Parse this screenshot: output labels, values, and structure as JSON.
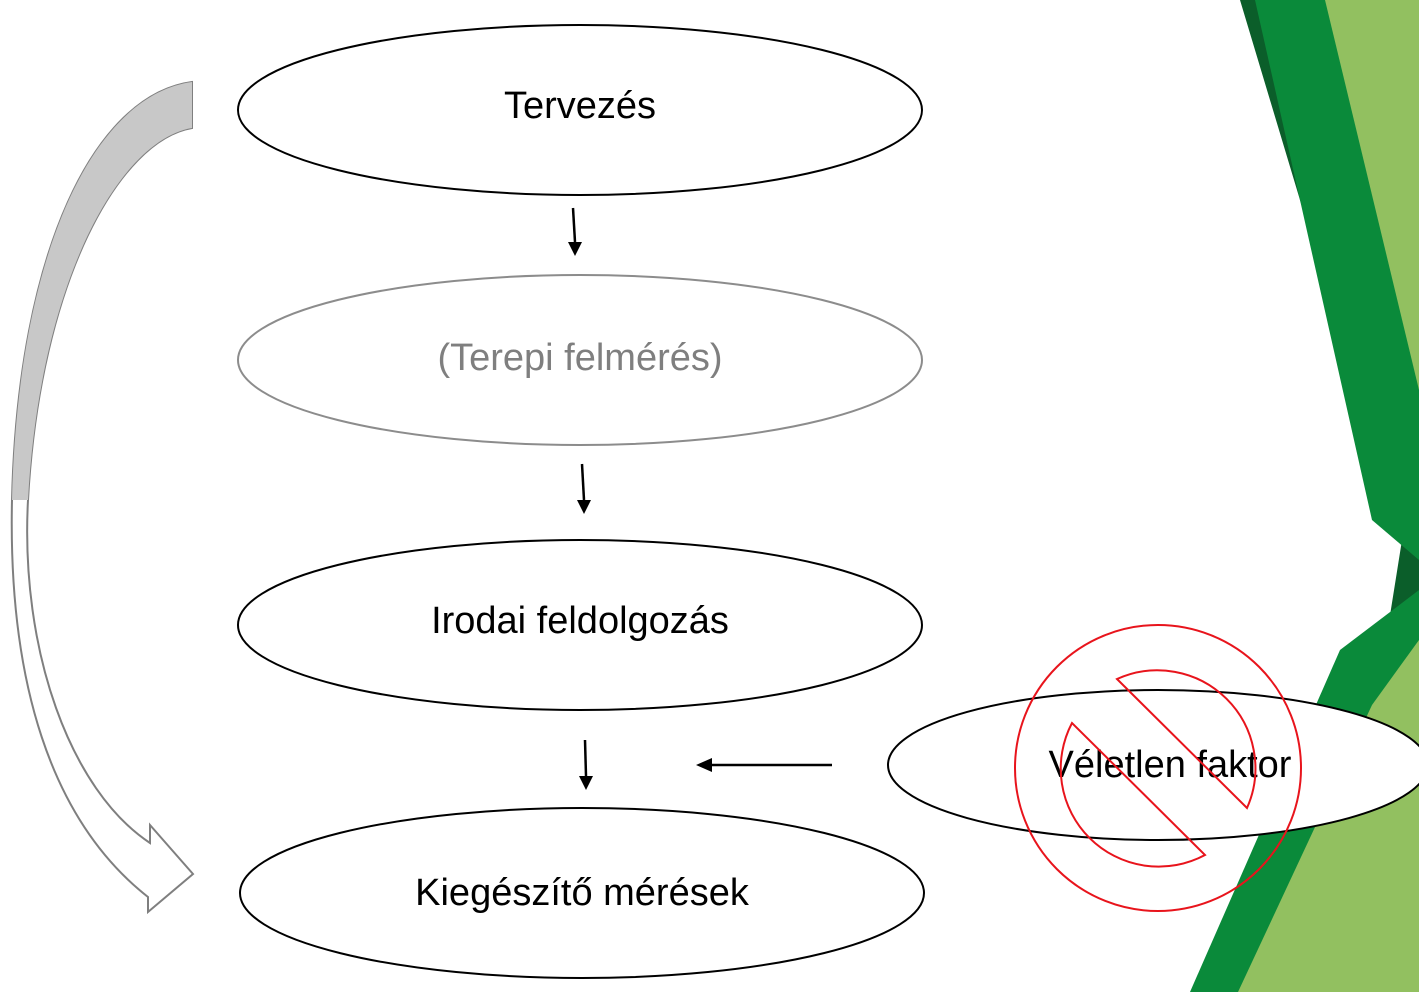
{
  "nodes": [
    {
      "id": "tervezes",
      "label": "Tervezés",
      "muted": false
    },
    {
      "id": "terepi",
      "label": "(Terepi felmérés)",
      "muted": true
    },
    {
      "id": "irodai",
      "label": "Irodai feldolgozás",
      "muted": false
    },
    {
      "id": "kiegeszito",
      "label": "Kiegészítő mérések",
      "muted": false
    },
    {
      "id": "veletlen",
      "label": "Véletlen faktor",
      "muted": false
    }
  ],
  "edges": [
    {
      "from": "Tervezés",
      "to": "(Terepi felmérés)"
    },
    {
      "from": "(Terepi felmérés)",
      "to": "Irodai feldolgozás"
    },
    {
      "from": "Irodai feldolgozás",
      "to": "Kiegészítő mérések"
    },
    {
      "from": "Véletlen faktor",
      "to": "Kiegészítő mérések"
    },
    {
      "from": "Tervezés",
      "to": "Kiegészítő mérések",
      "style": "curved-block-arrow"
    }
  ],
  "symbols": {
    "prohibition_on": "Véletlen faktor",
    "prohibition_icon": "prohibition-icon"
  },
  "colors": {
    "node_stroke": "#000000",
    "muted_stroke": "#8c8c8c",
    "muted_text": "#7f7f7f",
    "prohibition": "#e8141c",
    "curved_arrow_fill": "#c8c8c8",
    "curved_arrow_stroke": "#7f7f7f",
    "deco_dark_green": "#0b5e2a",
    "deco_green": "#0a8a3a",
    "deco_light_green": "#92c060"
  }
}
